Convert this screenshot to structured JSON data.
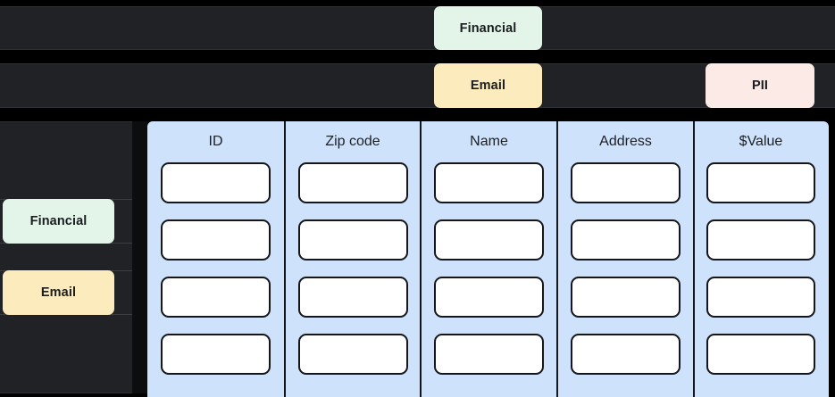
{
  "theme": {
    "background": "#000000",
    "bar_background": "#202226",
    "table_background": "#cfe2fb",
    "cell_background": "#ffffff",
    "cell_border": "#14161a",
    "tag_financial_color": "#e3f4e9",
    "tag_email_color": "#fcebbc",
    "tag_pii_color": "#fbeae6",
    "tag_text_color": "#1b1d20",
    "header_text_color": "#1c1f24"
  },
  "top_bars": [
    {
      "row": 1,
      "tags": [
        {
          "label": "Financial",
          "category": "financial"
        }
      ]
    },
    {
      "row": 2,
      "tags": [
        {
          "label": "Email",
          "category": "email"
        },
        {
          "label": "PII",
          "category": "pii"
        }
      ]
    }
  ],
  "sidebar": {
    "items": [
      {
        "label": "Financial",
        "category": "financial"
      },
      {
        "label": "Email",
        "category": "email"
      }
    ]
  },
  "table": {
    "columns": [
      {
        "header": "ID"
      },
      {
        "header": "Zip code"
      },
      {
        "header": "Name"
      },
      {
        "header": "Address"
      },
      {
        "header": "$Value"
      }
    ],
    "row_count": 4,
    "cell_values": [
      [
        "",
        "",
        "",
        "",
        ""
      ],
      [
        "",
        "",
        "",
        "",
        ""
      ],
      [
        "",
        "",
        "",
        "",
        ""
      ],
      [
        "",
        "",
        "",
        "",
        ""
      ]
    ]
  }
}
